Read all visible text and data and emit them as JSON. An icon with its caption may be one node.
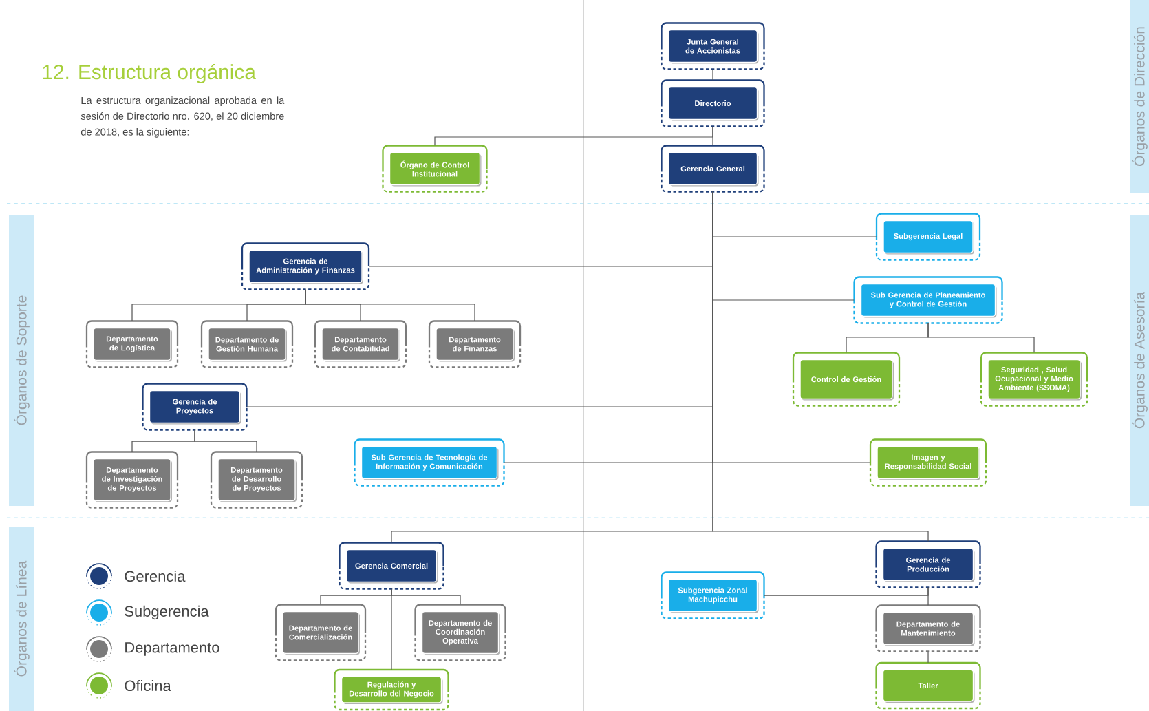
{
  "diagram": {
    "title": "12. Estructura orgánica",
    "nodes": [
      {
        "text": [
          "Junta General de Accionistas"
        ]
      },
      {
        "text": [
          "Directorio"
        ]
      },
      {
        "text": [
          "Gerencia General"
        ]
      },
      {
        "text": [
          "Órgano de Control Institucional"
        ]
      },
      {
        "text": [
          "Subgerencia Legal"
        ]
      },
      {
        "text": [
          "Gerencia de Administración y Finanzas"
        ]
      },
      {
        "text": [
          "Sub Gerencia de Planeamiento y Control de Gestión"
        ]
      },
      {
        "text": [
          "Departamento de Logística"
        ]
      },
      {
        "text": [
          "Departamento de Gestión Humana"
        ]
      },
      {
        "text": [
          "Departamento de Contabilidad"
        ]
      },
      {
        "text": [
          "Departamento de Finanzas"
        ]
      },
      {
        "text": [
          "Control de Gestión"
        ]
      },
      {
        "text": [
          "Seguridad , Salud Ocupacional y Medio Ambiente (SSOMA)"
        ]
      },
      {
        "text": [
          "Gerencia de Proyectos"
        ]
      },
      {
        "text": [
          "Departamento de Investigación de Proyectos"
        ]
      },
      {
        "text": [
          "Departamento de Desarrollo de Proyectos"
        ]
      },
      {
        "text": [
          "Sub Gerencia de Tecnología de Información y Comunicación"
        ]
      },
      {
        "text": [
          "Imagen y Responsabilidad Social"
        ]
      },
      {
        "text": [
          "Gerencia Comercial"
        ]
      },
      {
        "text": [
          "Gerencia de Producción"
        ]
      },
      {
        "text": [
          "Subgerencia Zonal Machupicchu"
        ]
      },
      {
        "text": [
          "Departamento de Comercialización"
        ]
      },
      {
        "text": [
          "Departamento de Coordinación Operativa"
        ]
      },
      {
        "text": [
          "Departamento de Mantenimiento"
        ]
      },
      {
        "text": [
          "Regulación y Desarrollo del Negocio"
        ]
      },
      {
        "text": [
          "Taller"
        ]
      }
    ],
    "edges": [
      {
        "from": 0,
        "to": 1,
        "arrow": "none"
      },
      {
        "from": 1,
        "to": 2,
        "arrow": "none"
      },
      {
        "from": 1,
        "to": 3,
        "arrow": "none"
      },
      {
        "from": 2,
        "to": 4,
        "arrow": "none"
      },
      {
        "from": 2,
        "to": 5,
        "arrow": "none"
      },
      {
        "from": 2,
        "to": 6,
        "arrow": "none"
      },
      {
        "from": 5,
        "to": 7,
        "arrow": "none"
      },
      {
        "from": 5,
        "to": 8,
        "arrow": "none"
      },
      {
        "from": 5,
        "to": 9,
        "arrow": "none"
      },
      {
        "from": 5,
        "to": 10,
        "arrow": "none"
      },
      {
        "from": 6,
        "to": 11,
        "arrow": "none"
      },
      {
        "from": 6,
        "to": 12,
        "arrow": "none"
      },
      {
        "from": 2,
        "to": 13,
        "arrow": "none"
      },
      {
        "from": 13,
        "to": 14,
        "arrow": "none"
      },
      {
        "from": 13,
        "to": 15,
        "arrow": "none"
      },
      {
        "from": 2,
        "to": 16,
        "arrow": "none"
      },
      {
        "from": 2,
        "to": 17,
        "arrow": "none"
      },
      {
        "from": 2,
        "to": 18,
        "arrow": "none"
      },
      {
        "from": 2,
        "to": 19,
        "arrow": "none"
      },
      {
        "from": 18,
        "to": 21,
        "arrow": "none"
      },
      {
        "from": 18,
        "to": 22,
        "arrow": "none"
      },
      {
        "from": 18,
        "to": 24,
        "arrow": "none"
      },
      {
        "from": 19,
        "to": 20,
        "arrow": "none"
      },
      {
        "from": 19,
        "to": 23,
        "arrow": "none"
      },
      {
        "from": 23,
        "to": 25,
        "arrow": "none"
      }
    ],
    "labels": [
      "La estructura organizacional aprobada en la sesión de Directorio nro. 620, el 20 diciembre de 2018, es la siguiente:",
      "Órganos de Dirección",
      "Órganos de Soporte",
      "Órganos de Asesoría",
      "Órganos de Línea"
    ],
    "legend": [
      {
        "text": "Gerencia",
        "color": "#1f3f7a"
      },
      {
        "text": "Subgerencia",
        "color": "#19aee9"
      },
      {
        "text": "Departamento",
        "color": "#7b7b7b"
      },
      {
        "text": "Oficina",
        "color": "#7dba34"
      }
    ]
  }
}
